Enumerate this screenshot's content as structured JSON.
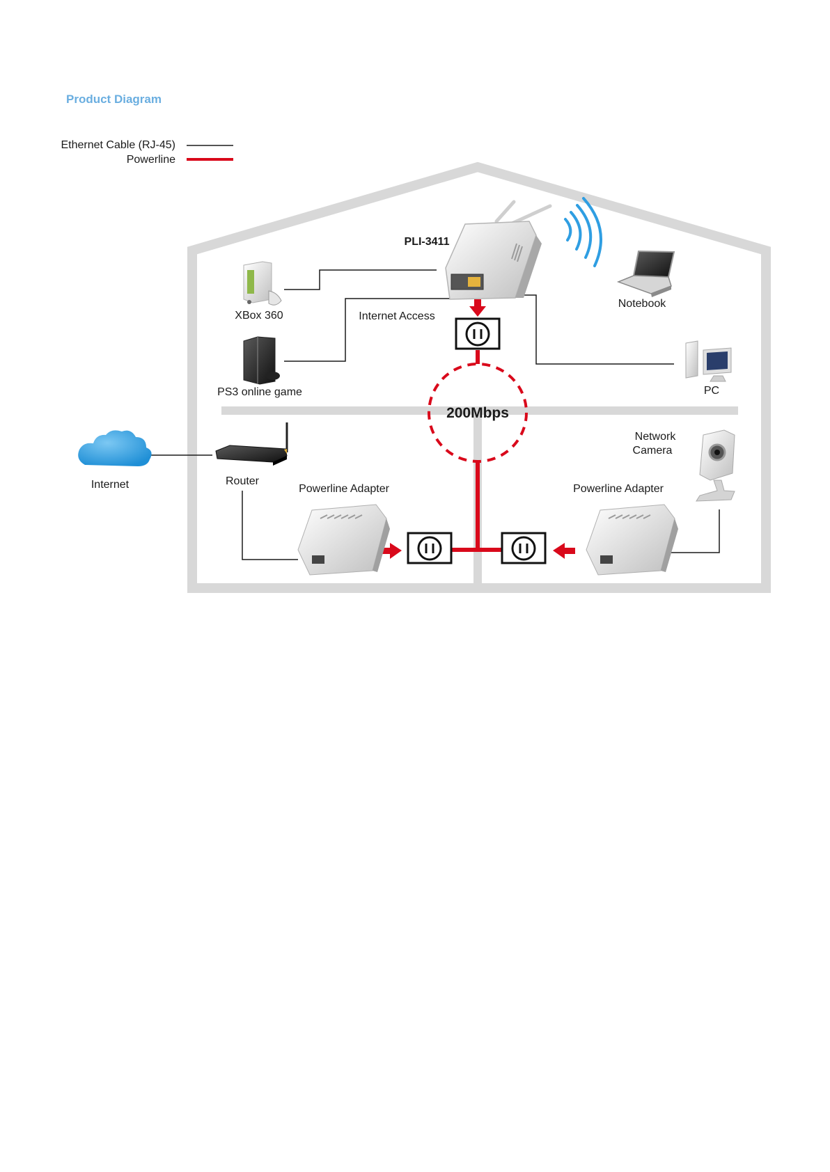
{
  "title": "Product Diagram",
  "legend": {
    "ethernet": "Ethernet Cable (RJ-45)",
    "powerline": "Powerline"
  },
  "labels": {
    "main_device": "PLI-3411",
    "notebook": "Notebook",
    "xbox": "XBox 360",
    "internet_access": "Internet Access",
    "ps3": "PS3 online game",
    "pc": "PC",
    "speed": "200Mbps",
    "internet": "Internet",
    "router": "Router",
    "network_camera_line1": "Network",
    "network_camera_line2": "Camera",
    "adapter_left": "Powerline Adapter",
    "adapter_right": "Powerline Adapter"
  },
  "colors": {
    "title": "#6aaee0",
    "powerline": "#d9091b",
    "ethernet": "#1a1a1a",
    "house": "#d8d8d8",
    "cloud": "#2f9ee2"
  },
  "icons": [
    "wifi-signal-icon",
    "cloud-icon",
    "power-outlet-icon"
  ]
}
